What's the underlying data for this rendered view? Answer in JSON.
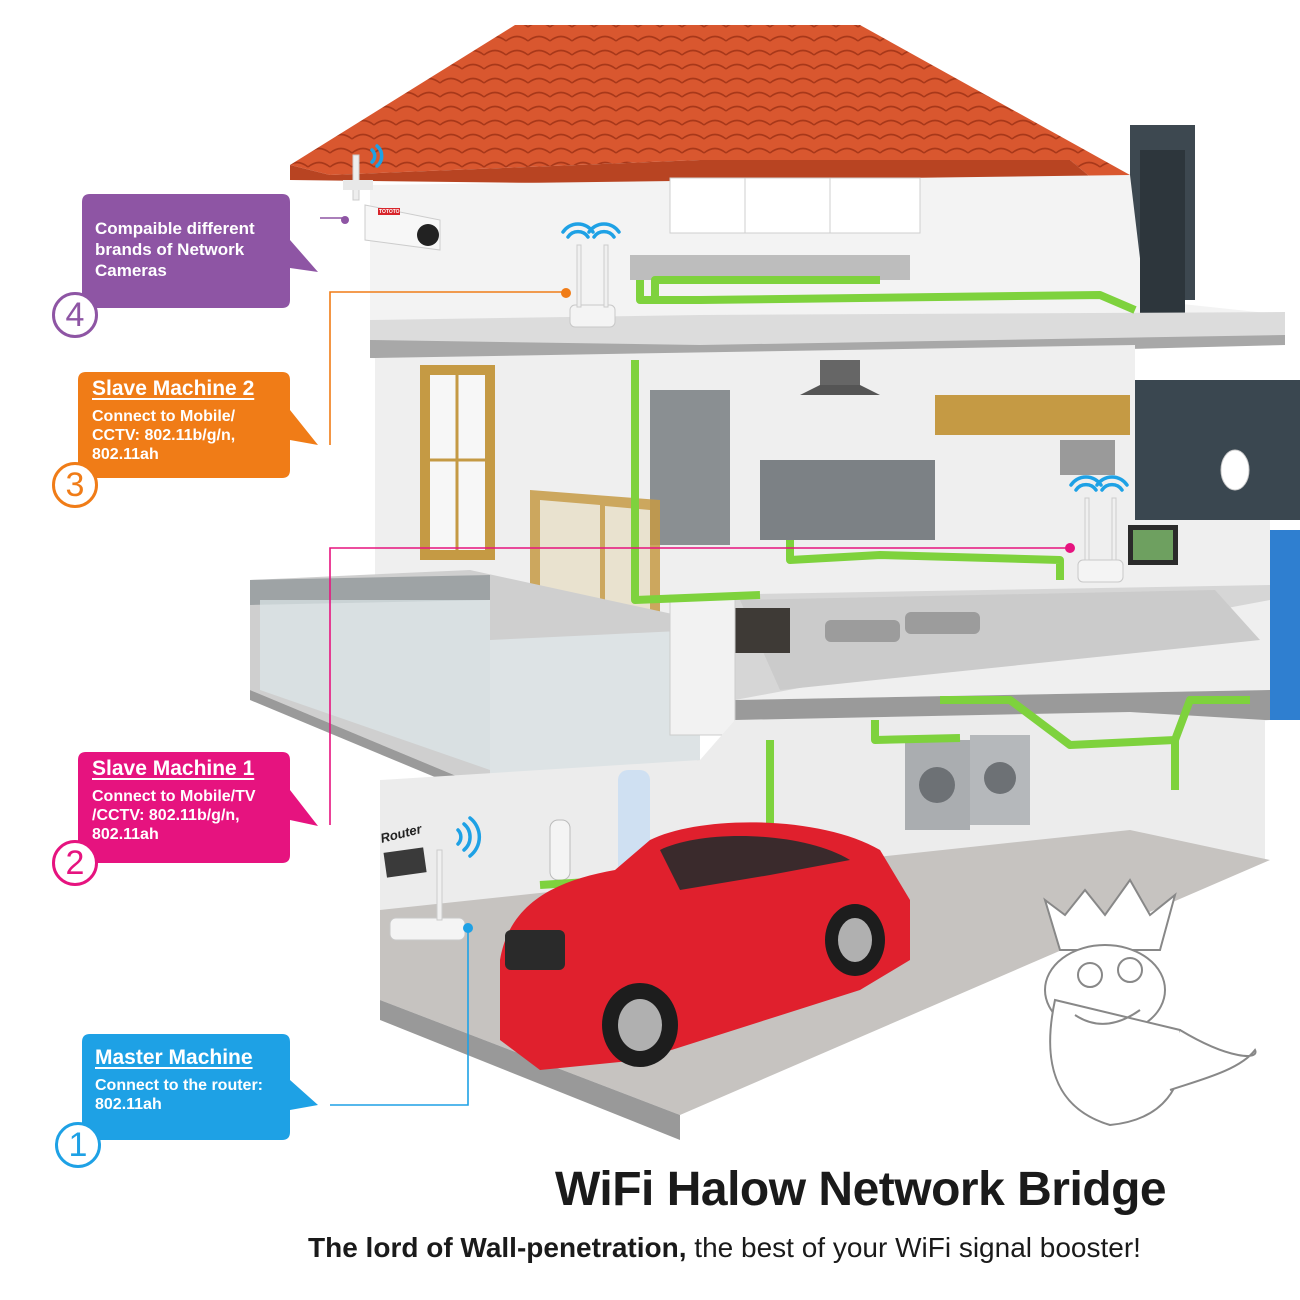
{
  "callouts": [
    {
      "id": "4",
      "number": "4",
      "title": "",
      "body": "Compaible different brands of Network Cameras",
      "color": "#8e55a4"
    },
    {
      "id": "3",
      "number": "3",
      "title": "Slave Machine 2",
      "body": "Connect to Mobile/\nCCTV: 802.11b/g/n,\n802.11ah",
      "color": "#f07c17"
    },
    {
      "id": "2",
      "number": "2",
      "title": "Slave Machine 1",
      "body": "Connect to Mobile/TV\n/CCTV: 802.11b/g/n,\n802.11ah",
      "color": "#e6137f"
    },
    {
      "id": "1",
      "number": "1",
      "title": "Master Machine",
      "body": "Connect to the router:\n802.11ah",
      "color": "#1ea1e5"
    }
  ],
  "router_label": "Router",
  "title": "WiFi Halow Network Bridge",
  "tagline_bold": "The lord of Wall-penetration,",
  "tagline_rest": " the best of your WiFi signal booster!",
  "camera_brand": "TOTOTO",
  "colors": {
    "roof": "#d9572f",
    "pipe": "#7ed23d",
    "wall": "#ececec",
    "floor": "#bdbdbd",
    "car": "#e0202d"
  }
}
